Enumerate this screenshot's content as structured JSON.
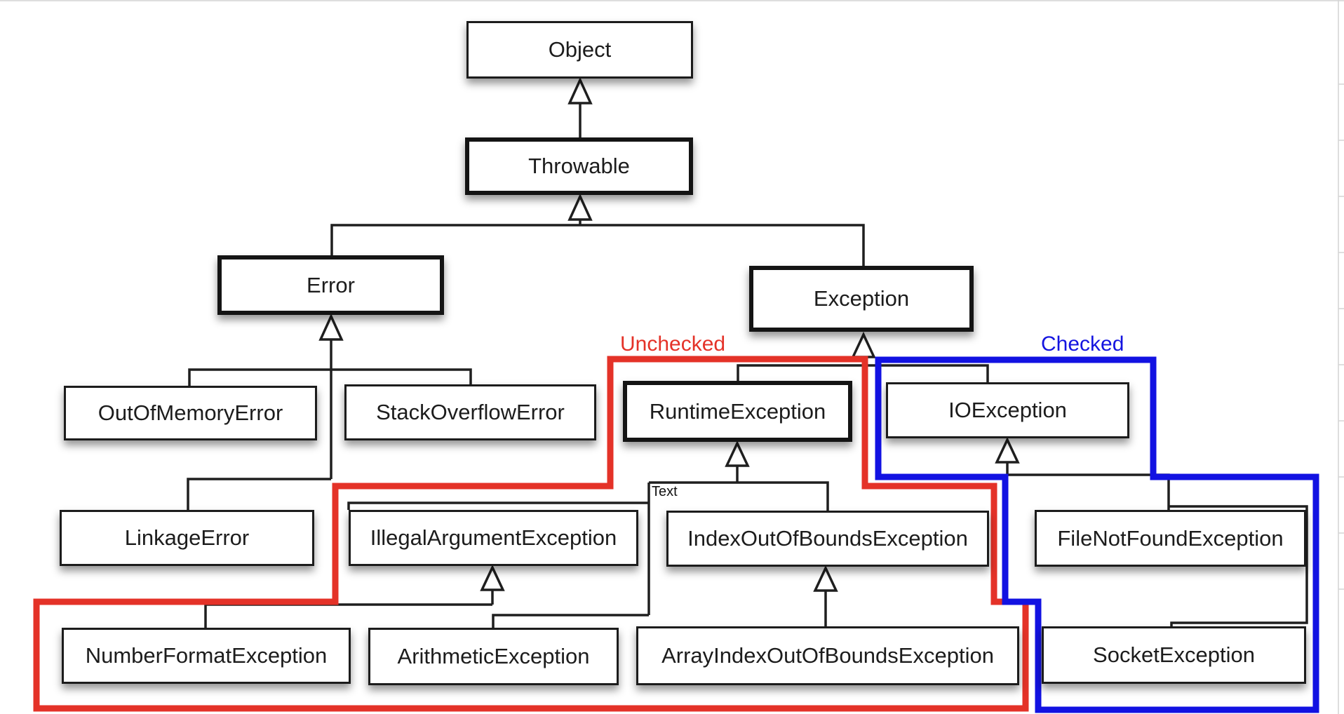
{
  "diagram": {
    "type": "class-inheritance-hierarchy",
    "labels": {
      "unchecked_region": "Unchecked",
      "checked_region": "Checked",
      "text_annotation": "Text"
    },
    "colors": {
      "unchecked_outline": "#e43228",
      "checked_outline": "#1212e2",
      "connector": "#1f1f1f",
      "box_border": "#1c1c1c",
      "box_fill": "#ffffff",
      "background": "#ffffff",
      "ruler": "#c9c9c9"
    },
    "nodes": [
      {
        "id": "object",
        "label": "Object"
      },
      {
        "id": "throwable",
        "label": "Throwable"
      },
      {
        "id": "error",
        "label": "Error"
      },
      {
        "id": "exception",
        "label": "Exception"
      },
      {
        "id": "outofmemoryerror",
        "label": "OutOfMemoryError"
      },
      {
        "id": "stackoverflowerror",
        "label": "StackOverflowError"
      },
      {
        "id": "runtimeexception",
        "label": "RuntimeException"
      },
      {
        "id": "ioexception",
        "label": "IOException"
      },
      {
        "id": "linkageerror",
        "label": "LinkageError"
      },
      {
        "id": "illegalargumentexception",
        "label": "IllegalArgumentException"
      },
      {
        "id": "indexoutofboundsexception",
        "label": "IndexOutOfBoundsException"
      },
      {
        "id": "filenotfoundexception",
        "label": "FileNotFoundException"
      },
      {
        "id": "numberformatexception",
        "label": "NumberFormatException"
      },
      {
        "id": "arithmeticexception",
        "label": "ArithmeticException"
      },
      {
        "id": "arrayindexoutofboundsexception",
        "label": "ArrayIndexOutOfBoundsException"
      },
      {
        "id": "socketexception",
        "label": "SocketException"
      }
    ],
    "edges_note": "open-triangle arrowheads point at superclass (UML generalization)"
  }
}
